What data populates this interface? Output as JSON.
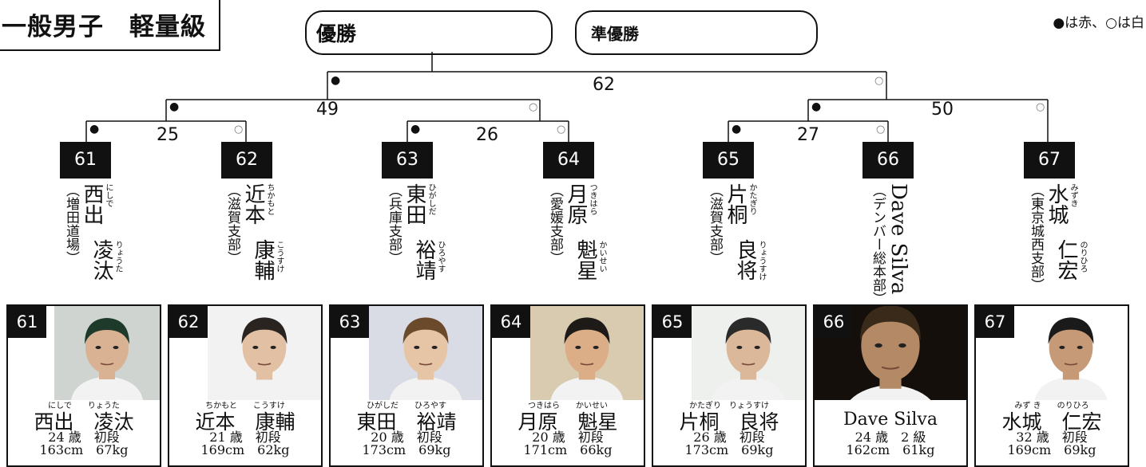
{
  "header": {
    "title": "一般男子　軽量級",
    "legend": "●は赤、○は白"
  },
  "podium": {
    "winner_label": "優勝",
    "runner_up_label": "準優勝"
  },
  "match_numbers": [
    "62",
    "49",
    "50",
    "25",
    "26",
    "27"
  ],
  "markers": {
    "red": "●",
    "white": "○"
  },
  "competitors": [
    {
      "seed": "61",
      "aff": "（増田道場）",
      "family": "西出",
      "family_ruby": "にしで",
      "given": "凌汰",
      "given_ruby": "りょうた",
      "card_ruby": "にしで　　りょうた",
      "card_name": "西出　凌汰",
      "age_rank": "24 歳　初段",
      "body": "163cm　67kg",
      "bg": "#cfd4d0",
      "hair": "#1e3a2a",
      "skin": "#d8b292"
    },
    {
      "seed": "62",
      "aff": "（滋賀支部）",
      "family": "近本",
      "family_ruby": "ちかもと",
      "given": "康輔",
      "given_ruby": "こうすけ",
      "card_ruby": "ちかもと　　こうすけ",
      "card_name": "近本　康輔",
      "age_rank": "21 歳　初段",
      "body": "169cm　62kg",
      "bg": "#f2f2f2",
      "hair": "#2a2420",
      "skin": "#e2c0a4"
    },
    {
      "seed": "63",
      "aff": "（兵庫支部）",
      "family": "東田",
      "family_ruby": "ひがしだ",
      "given": "裕靖",
      "given_ruby": "ひろやす",
      "card_ruby": "ひがしだ　　ひろやす",
      "card_name": "東田　裕靖",
      "age_rank": "20 歳　初段",
      "body": "173cm　69kg",
      "bg": "#d9dce4",
      "hair": "#6b4a2c",
      "skin": "#e6c4a6"
    },
    {
      "seed": "64",
      "aff": "（愛媛支部）",
      "family": "月原",
      "family_ruby": "つきはら",
      "given": "魁星",
      "given_ruby": "かいせい",
      "card_ruby": "つきはら　　かいせい",
      "card_name": "月原　魁星",
      "age_rank": "20 歳　初段",
      "body": "171cm　66kg",
      "bg": "#d9cbb0",
      "hair": "#1e1a17",
      "skin": "#dcae88"
    },
    {
      "seed": "65",
      "aff": "（滋賀支部）",
      "family": "片桐",
      "family_ruby": "かたぎり",
      "given": "良将",
      "given_ruby": "りょうすけ",
      "card_ruby": "かたぎり　りょうすけ",
      "card_name": "片桐　良将",
      "age_rank": "26 歳　初段",
      "body": "173cm　69kg",
      "bg": "#eef0ee",
      "hair": "#2a2a2a",
      "skin": "#dcb89a"
    },
    {
      "seed": "66",
      "aff": "（デンバー総本部）",
      "latin_name": "Dave Silva",
      "card_ruby": "",
      "card_name": "Dave Silva",
      "age_rank": "24 歳　2 級",
      "body": "162cm　61kg",
      "bg": "#150f0c",
      "hair": "#3a2a1a",
      "skin": "#b48a66"
    },
    {
      "seed": "67",
      "aff": "（東京城西支部）",
      "family": "水城",
      "family_ruby": "みずき",
      "given": "仁宏",
      "given_ruby": "のりひろ",
      "card_ruby": "みず き　　のりひろ",
      "card_name": "水城　仁宏",
      "age_rank": "32 歳　初段",
      "body": "169cm　69kg",
      "bg": "#ffffff",
      "hair": "#1a1a1a",
      "skin": "#c69a76"
    }
  ]
}
